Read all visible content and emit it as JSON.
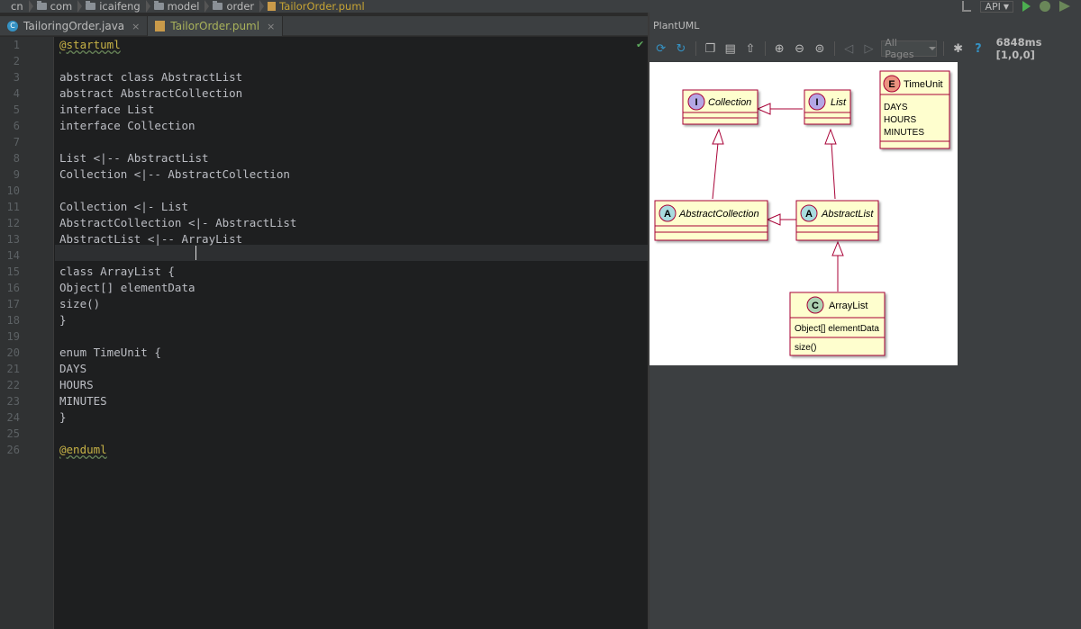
{
  "breadcrumb": [
    "cn",
    "com",
    "icaifeng",
    "model",
    "order",
    "TailorOrder.puml"
  ],
  "toolbar_right": {
    "api_label": "API"
  },
  "tabs": [
    {
      "label": "TailoringOrder.java",
      "close": "×"
    },
    {
      "label": "TailorOrder.puml",
      "close": "×"
    }
  ],
  "editor": {
    "line_numbers": [
      "1",
      "2",
      "3",
      "4",
      "5",
      "6",
      "7",
      "8",
      "9",
      "10",
      "11",
      "12",
      "13",
      "14",
      "15",
      "16",
      "17",
      "18",
      "19",
      "20",
      "21",
      "22",
      "23",
      "24",
      "25",
      "26"
    ],
    "lines": [
      "@startuml",
      "",
      "abstract class AbstractList",
      "abstract AbstractCollection",
      "interface List",
      "interface Collection",
      "",
      "List <|-- AbstractList",
      "Collection <|-- AbstractCollection",
      "",
      "Collection <|- List",
      "AbstractCollection <|- AbstractList",
      "AbstractList <|-- ArrayList",
      "",
      "class ArrayList {",
      "Object[] elementData",
      "size()",
      "}",
      "",
      "enum TimeUnit {",
      "DAYS",
      "HOURS",
      "MINUTES",
      "}",
      "",
      "@enduml"
    ]
  },
  "plantuml": {
    "title": "PlantUML",
    "pages_select": "All Pages",
    "timing": "6848ms [1,0,0]",
    "diagram": {
      "collection": {
        "stereo": "I",
        "name": "Collection"
      },
      "list": {
        "stereo": "I",
        "name": "List"
      },
      "timeunit": {
        "stereo": "E",
        "name": "TimeUnit",
        "values": [
          "DAYS",
          "HOURS",
          "MINUTES"
        ]
      },
      "abstract_collection": {
        "stereo": "A",
        "name": "AbstractCollection"
      },
      "abstract_list": {
        "stereo": "A",
        "name": "AbstractList"
      },
      "arraylist": {
        "stereo": "C",
        "name": "ArrayList",
        "field": "Object[] elementData",
        "method": "size()"
      }
    }
  },
  "colors": {
    "editor_bg": "#1e1f20",
    "uml_fill": "#fefece",
    "uml_border": "#a80036",
    "interface_circle": "#b4a7e5",
    "abstract_circle": "#a9dcdf",
    "class_circle": "#add1b2",
    "enum_circle": "#eb937f"
  }
}
